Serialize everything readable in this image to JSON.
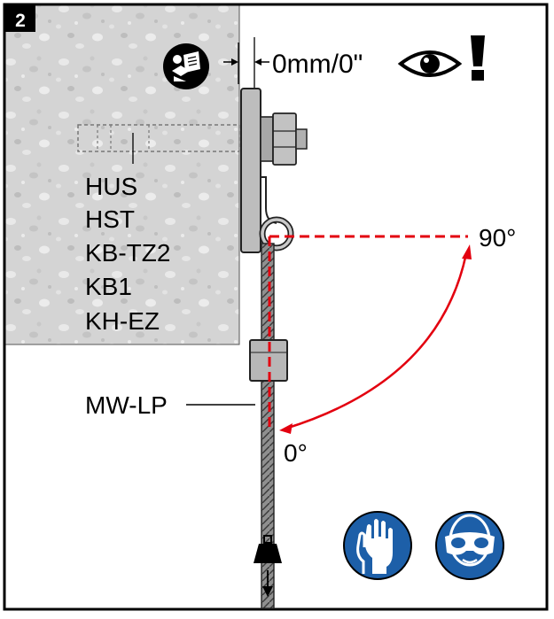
{
  "step_number": "2",
  "clearance": {
    "text": "0mm/0\""
  },
  "anchor_labels": [
    "HUS",
    "HST",
    "KB-TZ2",
    "KB1",
    "KH-EZ"
  ],
  "hanger_label": "MW-LP",
  "angles": {
    "max": "90°",
    "min": "0°"
  },
  "icons": {
    "manual": "read-manual-icon",
    "inspect": "eye-icon",
    "warning": "exclamation-icon",
    "load": "weight-icon",
    "gloves": "gloves-icon",
    "goggles": "safety-goggles-icon"
  },
  "colors": {
    "angle_indicator": "#e3000f",
    "safety_sign": "#1d5fa8",
    "concrete": "#d4d4d4",
    "border": "#000000"
  }
}
